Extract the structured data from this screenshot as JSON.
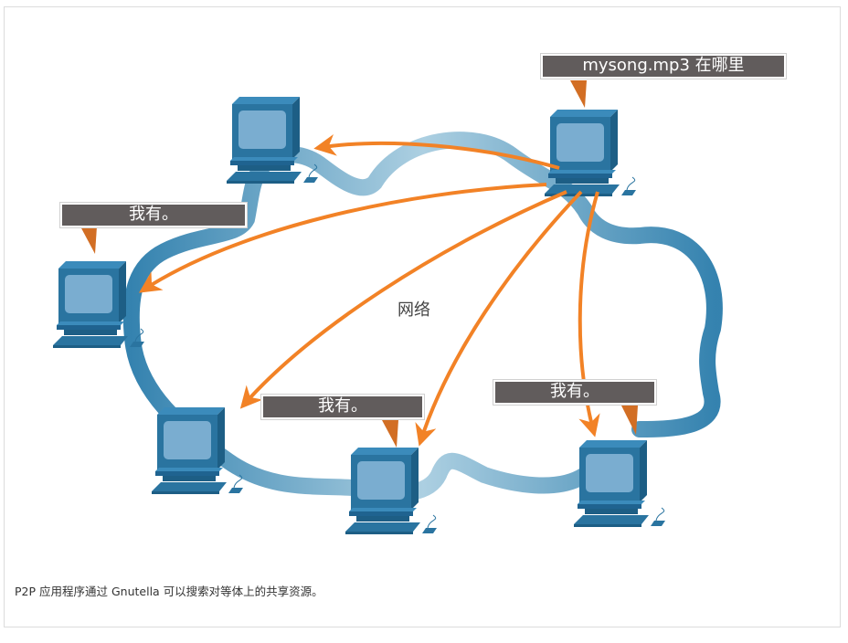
{
  "diagram": {
    "title": "P2P Gnutella search",
    "network_label": "网络",
    "query_callout": "mysong.mp3 在哪里",
    "reply_callouts": [
      "我有。",
      "我有。",
      "我有。"
    ],
    "caption": "P2P 应用程序通过 Gnutella 可以搜索对等体上的共享资源。",
    "nodes": [
      {
        "id": "requester",
        "role": "query-source"
      },
      {
        "id": "pc-top",
        "role": "peer"
      },
      {
        "id": "pc-left",
        "role": "peer-has-file"
      },
      {
        "id": "pc-lower-left",
        "role": "peer"
      },
      {
        "id": "pc-bottom-center",
        "role": "peer-has-file"
      },
      {
        "id": "pc-bottom-right",
        "role": "peer-has-file"
      }
    ],
    "edges": [
      {
        "from": "requester",
        "to": "pc-top"
      },
      {
        "from": "requester",
        "to": "pc-left"
      },
      {
        "from": "requester",
        "to": "pc-lower-left"
      },
      {
        "from": "requester",
        "to": "pc-bottom-center"
      },
      {
        "from": "requester",
        "to": "pc-bottom-right"
      }
    ],
    "colors": {
      "cloud": "#2d7fae",
      "arrow": "#f28226",
      "callout_bg": "#615c5c",
      "callout_pointer": "#d26e24",
      "computer": "#2a6f98",
      "screen": "#7aadd0"
    }
  }
}
